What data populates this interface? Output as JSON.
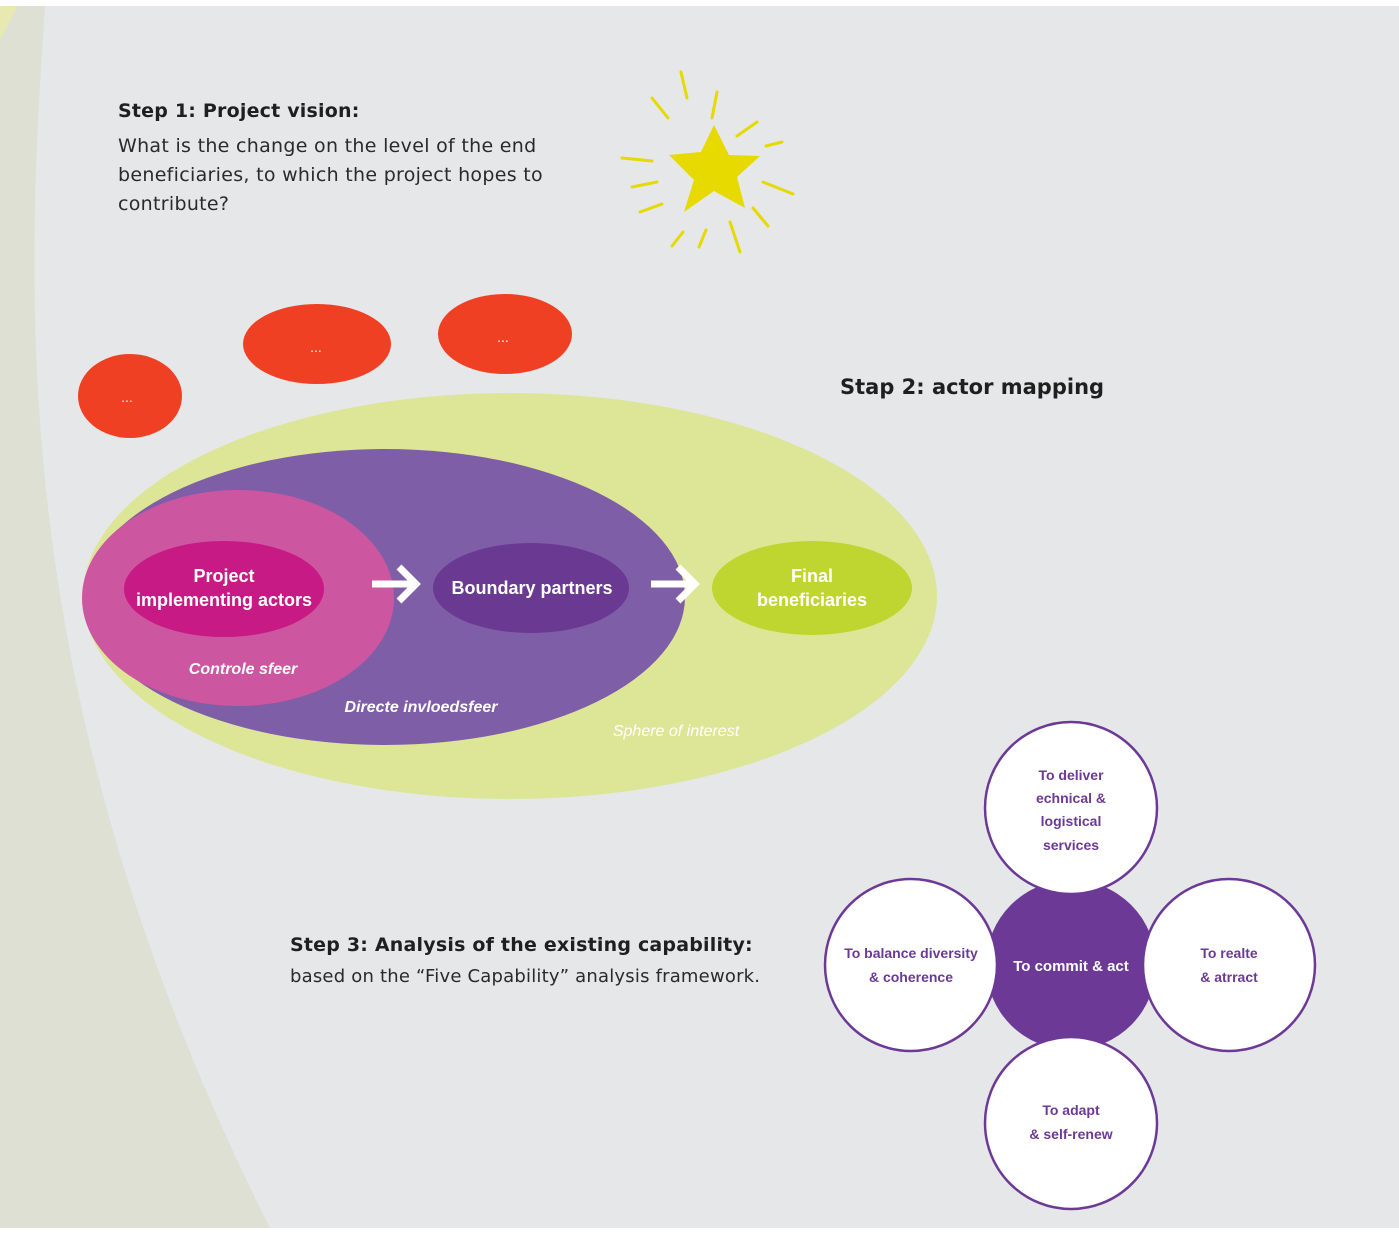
{
  "step1": {
    "heading": "Step 1: Project vision:",
    "body": "What is the change on the level of the end beneficiaries, to which the project hopes to contribute?"
  },
  "step2": {
    "heading": "Stap 2: actor mapping",
    "bubbles": [
      "...",
      "...",
      "..."
    ],
    "nodes": {
      "project_line1": "Project",
      "project_line2": "implementing actors",
      "boundary": "Boundary partners",
      "final_line1": "Final",
      "final_line2": "beneficiaries"
    },
    "spheres": {
      "control": "Controle sfeer",
      "direct": "Directe invloedsfeer",
      "interest": "Sphere of interest"
    }
  },
  "step3": {
    "heading": "Step 3: Analysis of the existing capability:",
    "body": "based on the “Five Capability” analysis framework.",
    "center": "To commit & act",
    "top": [
      "To deliver",
      "echnical &",
      "logistical",
      "services"
    ],
    "left": [
      "To balance diversity",
      "& coherence"
    ],
    "right": [
      "To realte",
      "& atrract"
    ],
    "bottom": [
      "To adapt",
      "& self-renew"
    ]
  },
  "colors": {
    "background": "#e6e7e8",
    "left_band": "#dde0d3",
    "red_bubble": "#ef4023",
    "star": "#e6da00",
    "sphere_interest": "#dde697",
    "sphere_direct": "#7f5ea8",
    "sphere_control": "#cd56a0",
    "project_node": "#c71a85",
    "boundary_node": "#6a3a92",
    "final_node": "#bfd630",
    "capability_purple": "#6c3a96"
  }
}
